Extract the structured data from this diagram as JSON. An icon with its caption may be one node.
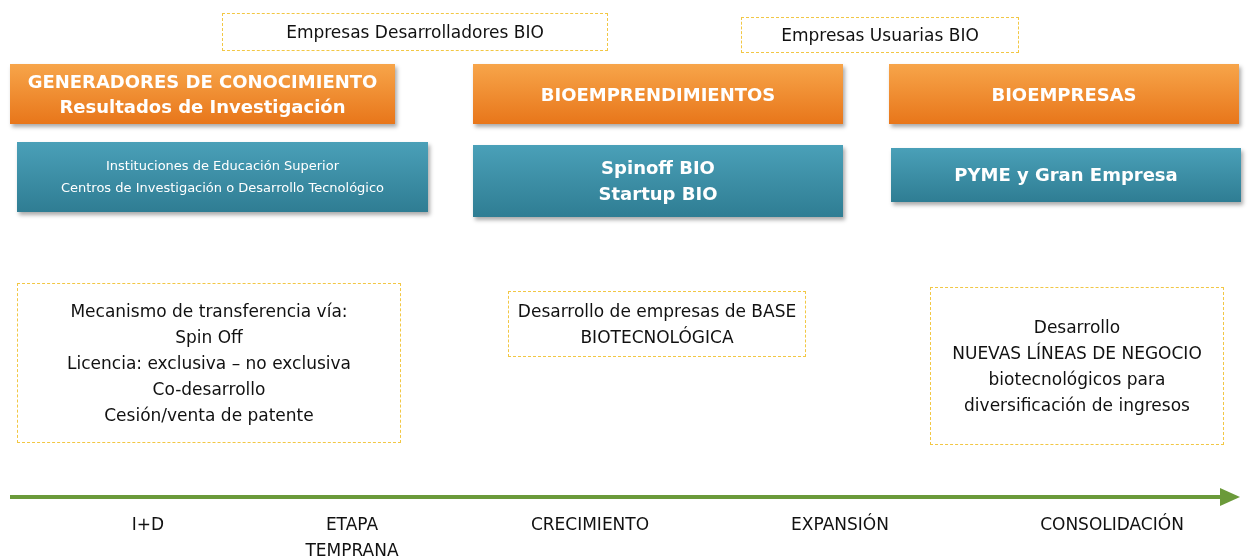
{
  "diagram": {
    "nodes": [
      {
        "text": [
          "Empresas Desarrolladores BIO"
        ]
      },
      {
        "text": [
          "Empresas Usuarias BIO"
        ]
      },
      {
        "text": [
          "GENERADORES DE CONOCIMIENTO",
          "Resultados de Investigación"
        ]
      },
      {
        "text": [
          "BIOEMPRENDIMIENTOS"
        ]
      },
      {
        "text": [
          "BIOEMPRESAS"
        ]
      },
      {
        "text": [
          "Instituciones de Educación Superior",
          "Centros de Investigación o Desarrollo Tecnológico"
        ]
      },
      {
        "text": [
          "Spinoff BIO",
          "Startup BIO"
        ]
      },
      {
        "text": [
          "PYME y Gran Empresa"
        ]
      },
      {
        "text": [
          "Mecanismo de transferencia vía:",
          "Spin Off",
          "Licencia: exclusiva – no exclusiva",
          "Co-desarrollo",
          "Cesión/venta de patente"
        ]
      },
      {
        "text": [
          "Desarrollo de empresas de BASE BIOTECNOLÓGICA"
        ]
      },
      {
        "text": [
          "Desarrollo",
          "NUEVAS LÍNEAS DE NEGOCIO biotecnológicos para diversificación de ingresos"
        ]
      }
    ],
    "edges": [],
    "labels": [
      "I+D",
      "ETAPA TEMPRANA",
      "CRECIMIENTO",
      "EXPANSIÓN",
      "CONSOLIDACIÓN"
    ]
  }
}
